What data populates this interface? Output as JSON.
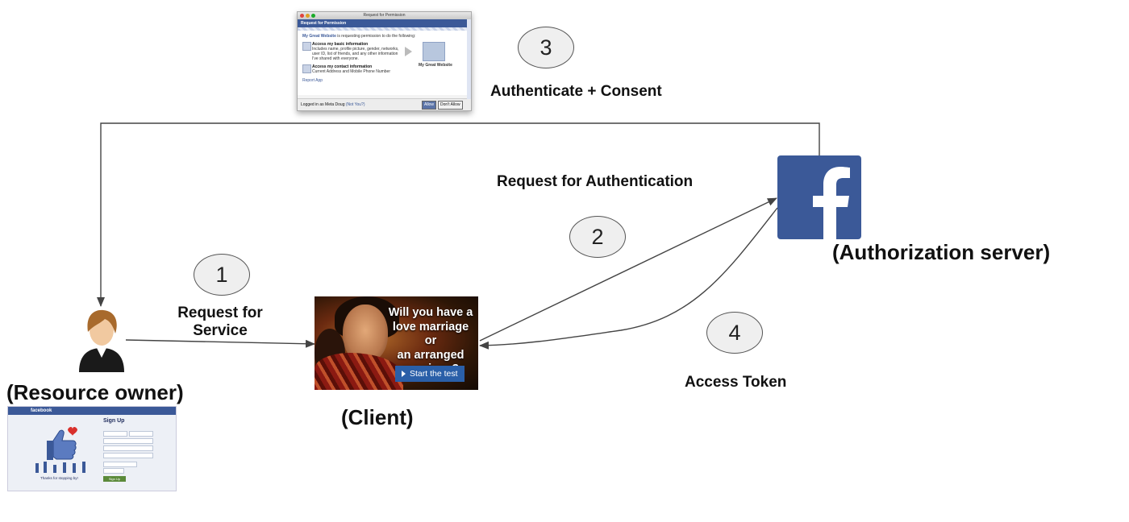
{
  "steps": {
    "one": "1",
    "two": "2",
    "three": "3",
    "four": "4"
  },
  "labels": {
    "request_for": "Request for",
    "service": "Service",
    "request_auth": "Request for Authentication",
    "auth_consent": "Authenticate + Consent",
    "access_token": "Access Token"
  },
  "actors": {
    "resource_owner": "(Resource owner)",
    "client": "(Client)",
    "auth_server": "(Authorization server)"
  },
  "permission_dialog": {
    "window_title": "Request for Permission",
    "header": "Request for Permission",
    "intro_site": "My Great Website",
    "intro_rest": "is requesting permission to do the following:",
    "item1_title": "Access my basic information",
    "item1_desc": "Includes name, profile picture, gender, networks, user ID, list of friends, and any other information I've shared with everyone.",
    "item2_title": "Access my contact information",
    "item2_desc": "Current Address and Mobile Phone Number",
    "report": "Report App",
    "app_name": "My Great Website",
    "logged_in": "Logged in as Meta Doug",
    "not_you": "(Not You?)",
    "allow": "Allow",
    "dont_allow": "Don't Allow"
  },
  "client_ad": {
    "line1": "Will you have a",
    "line2": "love marriage or",
    "line3": "an arranged",
    "line4": "marriage?",
    "cta": "Start the test"
  },
  "signup_page": {
    "brand": "facebook",
    "title": "Sign Up",
    "thanks": "Thanks for stopping by!",
    "button": "Sign Up"
  },
  "logo": {
    "letter": "f"
  },
  "colors": {
    "facebook_blue": "#3b5998",
    "arrow": "#444444"
  }
}
